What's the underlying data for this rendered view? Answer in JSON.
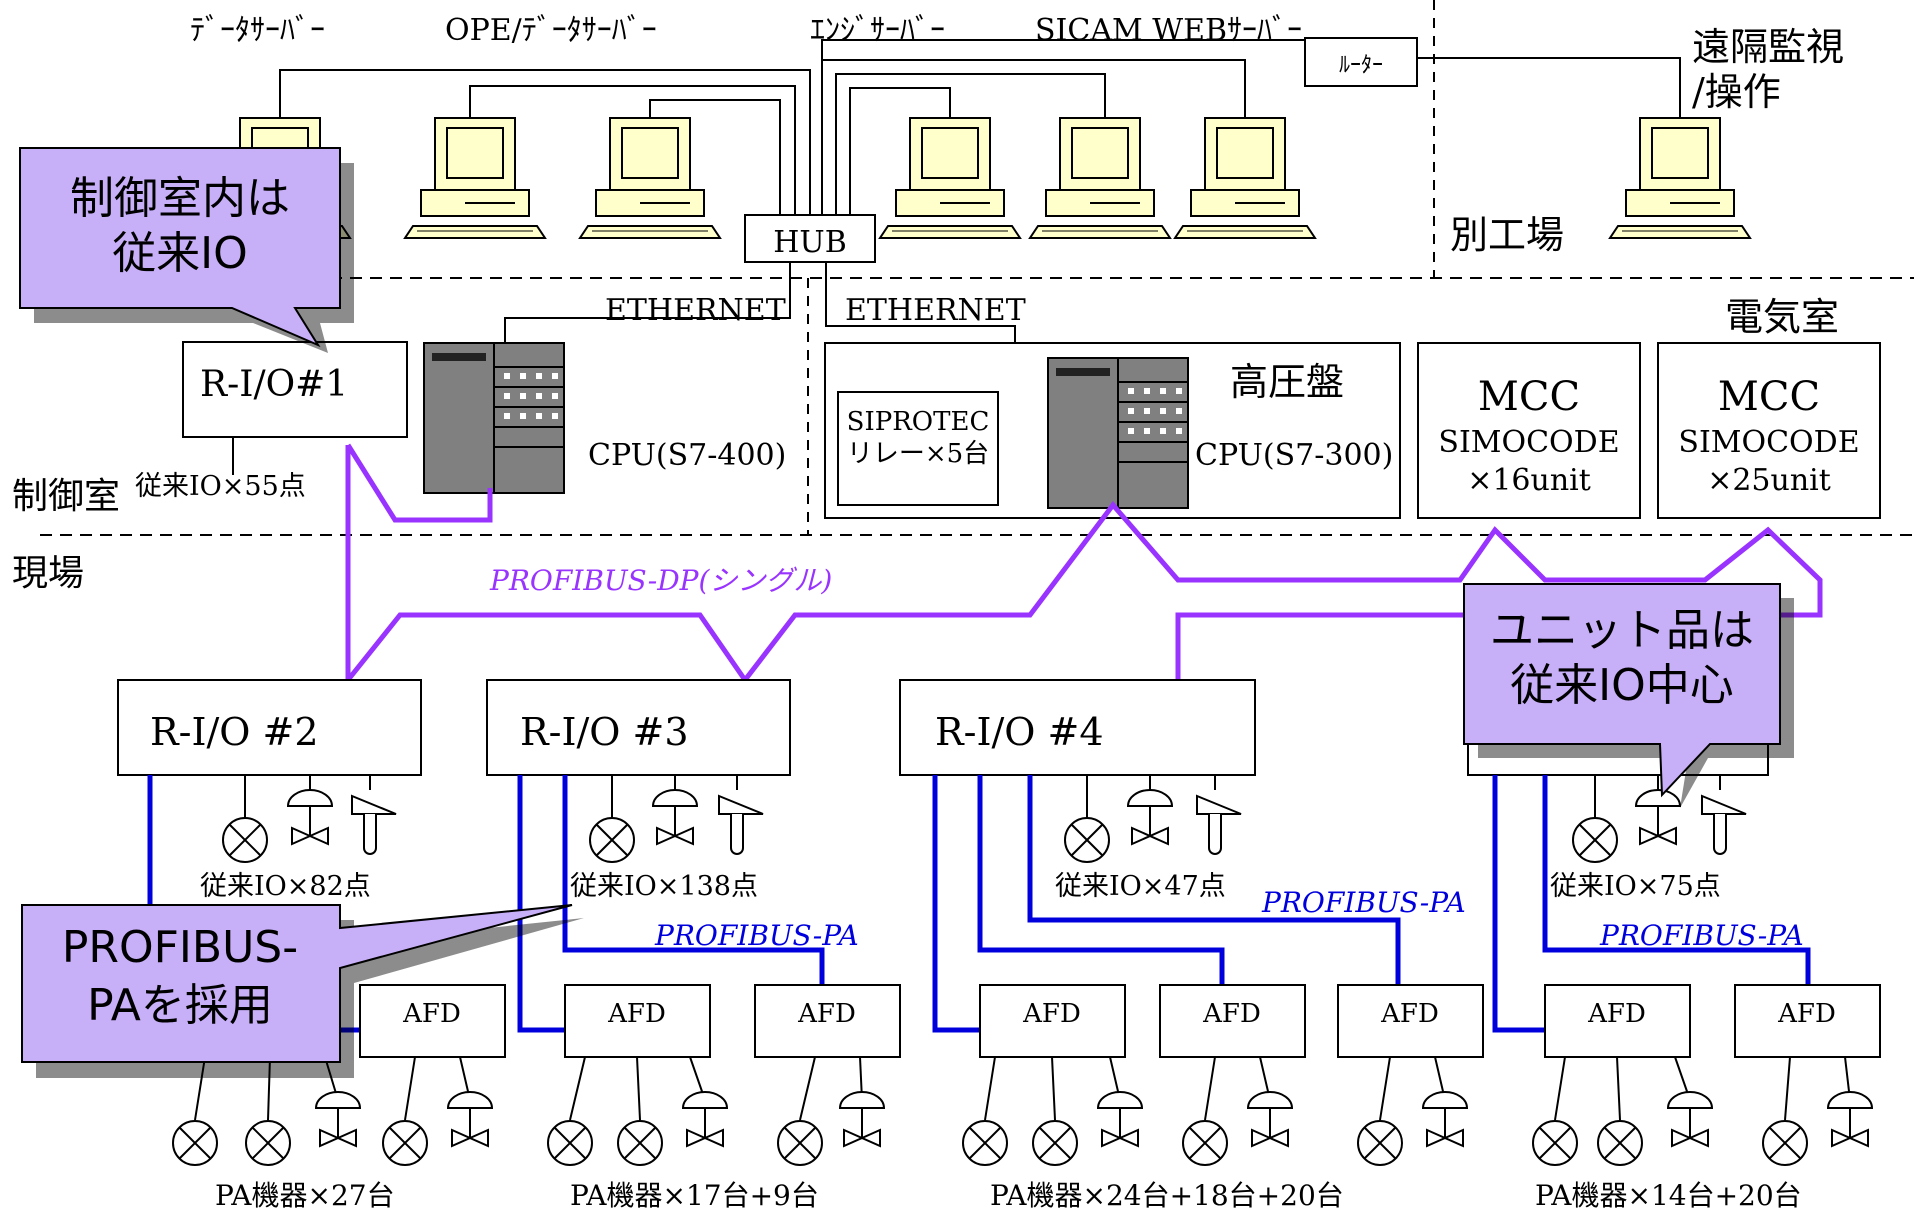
{
  "top_labels": {
    "data_server": "ﾃﾞｰﾀｻｰﾊﾞｰ",
    "ope_data_server": "OPE/ﾃﾞｰﾀｻｰﾊﾞｰ",
    "eng_server": "ｴﾝｼﾞｻｰﾊﾞｰ",
    "sicam_web_server": "SICAM WEBｻｰﾊﾞｰ",
    "router": "ﾙｰﾀｰ",
    "remote_monitor": [
      "遠隔監視",
      "/操作"
    ],
    "hub": "HUB",
    "other_plant": "別工場"
  },
  "network": {
    "ethernet_left": "ETHERNET",
    "ethernet_right": "ETHERNET",
    "profibus_dp": "PROFIBUS-DP(シングル)",
    "profibus_pa": "PROFIBUS-PA"
  },
  "areas": {
    "control_room": "制御室",
    "field": "現場",
    "electrical_room": "電気室"
  },
  "control_room": {
    "rio1": "R-I/O#1",
    "rio1_io": "従来IO×55点",
    "cpu400": "CPU(S7-400)"
  },
  "electrical": {
    "high_voltage": "高圧盤",
    "cpu300": "CPU(S7-300)",
    "siprotec": [
      "SIPROTEC",
      "リレー×5台"
    ],
    "mcc1": [
      "MCC",
      "SIMOCODE",
      "×16unit"
    ],
    "mcc2": [
      "MCC",
      "SIMOCODE",
      "×25unit"
    ]
  },
  "field": {
    "rio2": "R-I/O #2",
    "rio3": "R-I/O #3",
    "rio4": "R-I/O #4",
    "io2": "従来IO×82点",
    "io3": "従来IO×138点",
    "io4": "従来IO×47点",
    "io5": "従来IO×75点",
    "afd": "AFD",
    "pa1": "PA機器×27台",
    "pa2": "PA機器×17台+9台",
    "pa3": "PA機器×24台+18台+20台",
    "pa4": "PA機器×14台+20台"
  },
  "callouts": {
    "c1": [
      "制御室内は",
      "従来IO"
    ],
    "c2": [
      "ユニット品は",
      "従来IO中心"
    ],
    "c3": [
      "PROFIBUS-",
      "PAを採用"
    ]
  },
  "colors": {
    "profibus_dp": "#9933ff",
    "profibus_pa": "#0000dd",
    "callout_fill": "#c8b0f8",
    "monitor_fill": "#ffffcc"
  }
}
